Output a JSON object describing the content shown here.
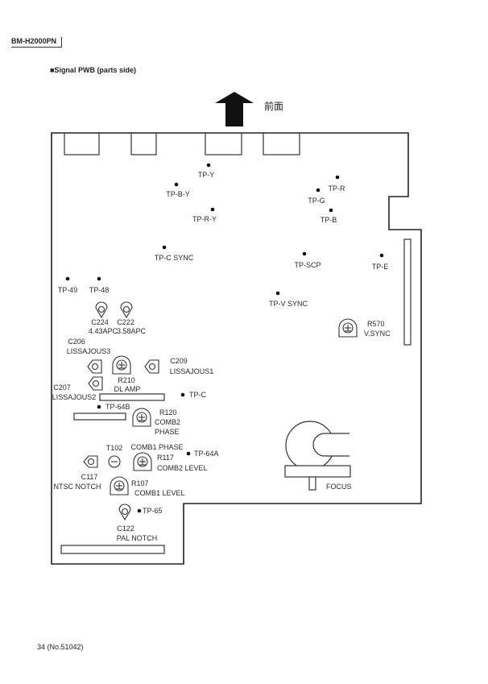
{
  "header": {
    "model": "BM-H2000PN",
    "section_title": "■Signal PWB (parts side)",
    "front_label": "前面"
  },
  "footer": {
    "page": "34 (No.51042)"
  },
  "test_points": {
    "tp_y": "TP-Y",
    "tp_b_y": "TP-B-Y",
    "tp_r_y": "TP-R-Y",
    "tp_r": "TP-R",
    "tp_g": "TP-G",
    "tp_b": "TP-B",
    "tp_c_sync": "TP-C SYNC",
    "tp_scp": "TP-SCP",
    "tp_e": "TP-E",
    "tp_49": "TP-49",
    "tp_48": "TP-48",
    "tp_v_sync": "TP-V SYNC",
    "tp_c": "TP-C",
    "tp_64b": "TP-64B",
    "tp_64a": "TP-64A",
    "tp_65": "TP-65"
  },
  "components": {
    "c224": "C224",
    "c224_fn": "4.43APC",
    "c222": "C222",
    "c222_fn": "3.58APC",
    "c206": "C206",
    "c206_fn": "LISSAJOUS3",
    "c209": "C209",
    "c209_fn": "LISSAJOUS1",
    "r210": "R210",
    "r210_fn": "DL AMP",
    "c207": "C207",
    "c207_fn": "LISSAJOUS2",
    "r120": "R120",
    "r120_fn1": "COMB2",
    "r120_fn2": "PHASE",
    "t102": "T102",
    "t102_fn": "COMB1 PHASE",
    "r117": "R117",
    "r117_fn": "COMB2 LEVEL",
    "c117": "C117",
    "c117_fn": "NTSC NOTCH",
    "r107": "R107",
    "r107_fn": "COMB1 LEVEL",
    "c122": "C122",
    "c122_fn": "PAL NOTCH",
    "r570": "R570",
    "r570_fn": "V.SYNC",
    "focus": "FOCUS"
  }
}
